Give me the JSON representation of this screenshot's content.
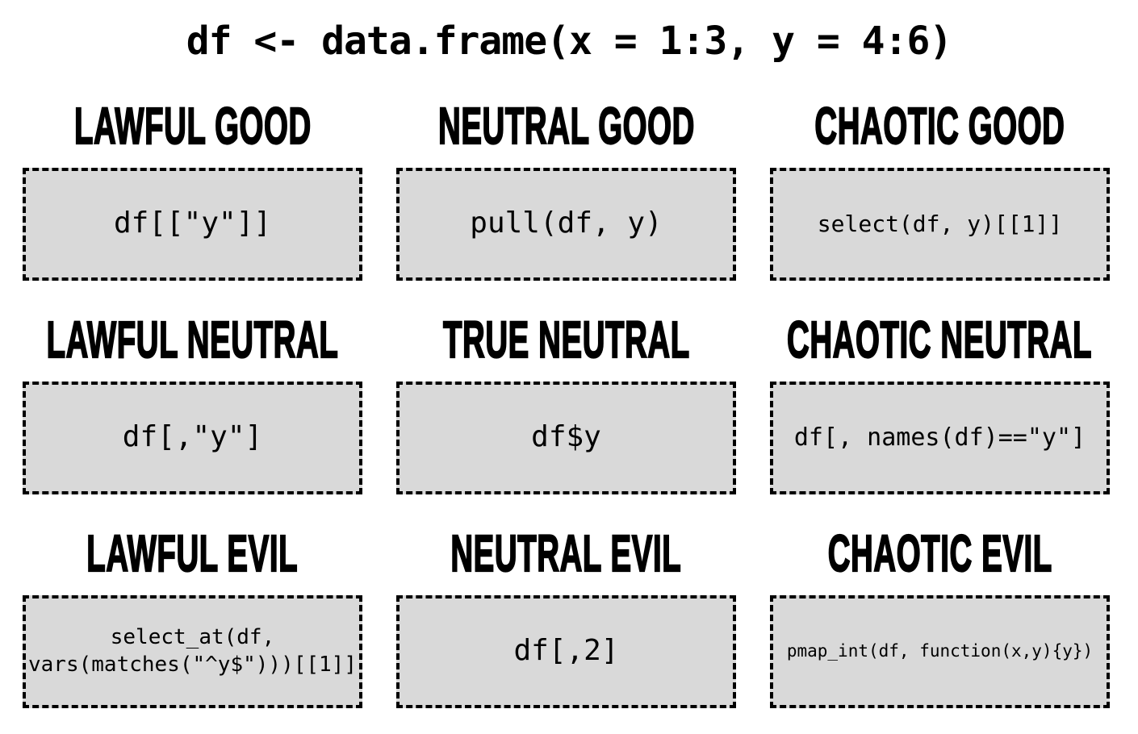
{
  "title": "df <- data.frame(x = 1:3, y = 4:6)",
  "colors": {
    "background": "#ffffff",
    "box_fill": "#d9d9d9",
    "box_border": "#000000",
    "text": "#000000"
  },
  "cells": [
    {
      "alignment": "LAWFUL GOOD",
      "code": "df[[\"y\"]]"
    },
    {
      "alignment": "NEUTRAL GOOD",
      "code": "pull(df, y)"
    },
    {
      "alignment": "CHAOTIC GOOD",
      "code": "select(df, y)[[1]]"
    },
    {
      "alignment": "LAWFUL NEUTRAL",
      "code": "df[,\"y\"]"
    },
    {
      "alignment": "TRUE NEUTRAL",
      "code": "df$y"
    },
    {
      "alignment": "CHAOTIC NEUTRAL",
      "code": "df[, names(df)==\"y\"]"
    },
    {
      "alignment": "LAWFUL EVIL",
      "code": "select_at(df,\nvars(matches(\"^y$\")))[[1]]"
    },
    {
      "alignment": "NEUTRAL EVIL",
      "code": "df[,2]"
    },
    {
      "alignment": "CHAOTIC EVIL",
      "code": "pmap_int(df, function(x,y){y})"
    }
  ]
}
